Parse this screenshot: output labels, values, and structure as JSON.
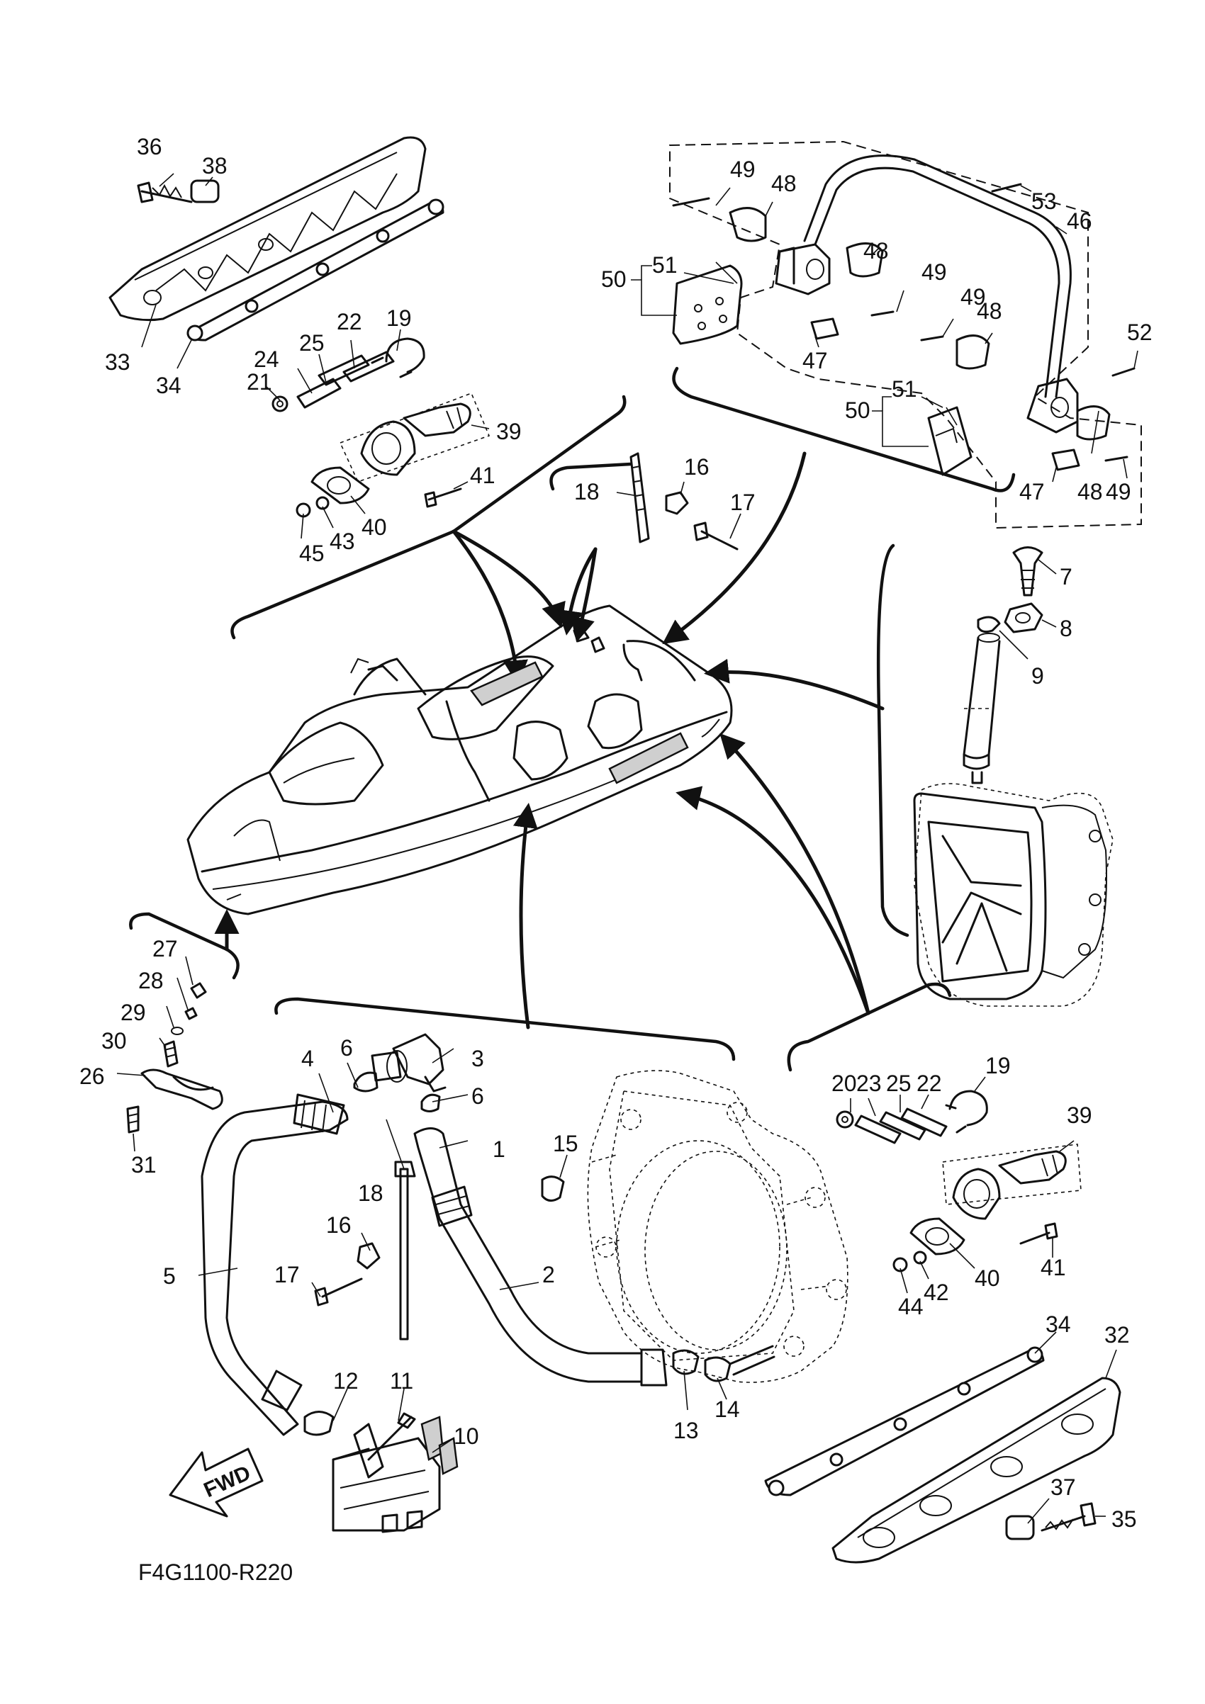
{
  "diagram": {
    "drawing_code": "F4G1100-R220",
    "fwd_label": "FWD",
    "part_numbers": [
      "1",
      "2",
      "3",
      "4",
      "5",
      "6",
      "6",
      "7",
      "8",
      "9",
      "10",
      "11",
      "12",
      "13",
      "14",
      "15",
      "16",
      "16",
      "17",
      "17",
      "18",
      "18",
      "19",
      "19",
      "20",
      "21",
      "22",
      "22",
      "23",
      "24",
      "25",
      "25",
      "26",
      "27",
      "28",
      "29",
      "30",
      "31",
      "32",
      "33",
      "34",
      "34",
      "35",
      "36",
      "37",
      "38",
      "39",
      "39",
      "40",
      "40",
      "41",
      "41",
      "42",
      "43",
      "44",
      "45",
      "46",
      "47",
      "47",
      "48",
      "48",
      "48",
      "48",
      "49",
      "49",
      "49",
      "49",
      "50",
      "50",
      "51",
      "51",
      "52",
      "53"
    ]
  }
}
